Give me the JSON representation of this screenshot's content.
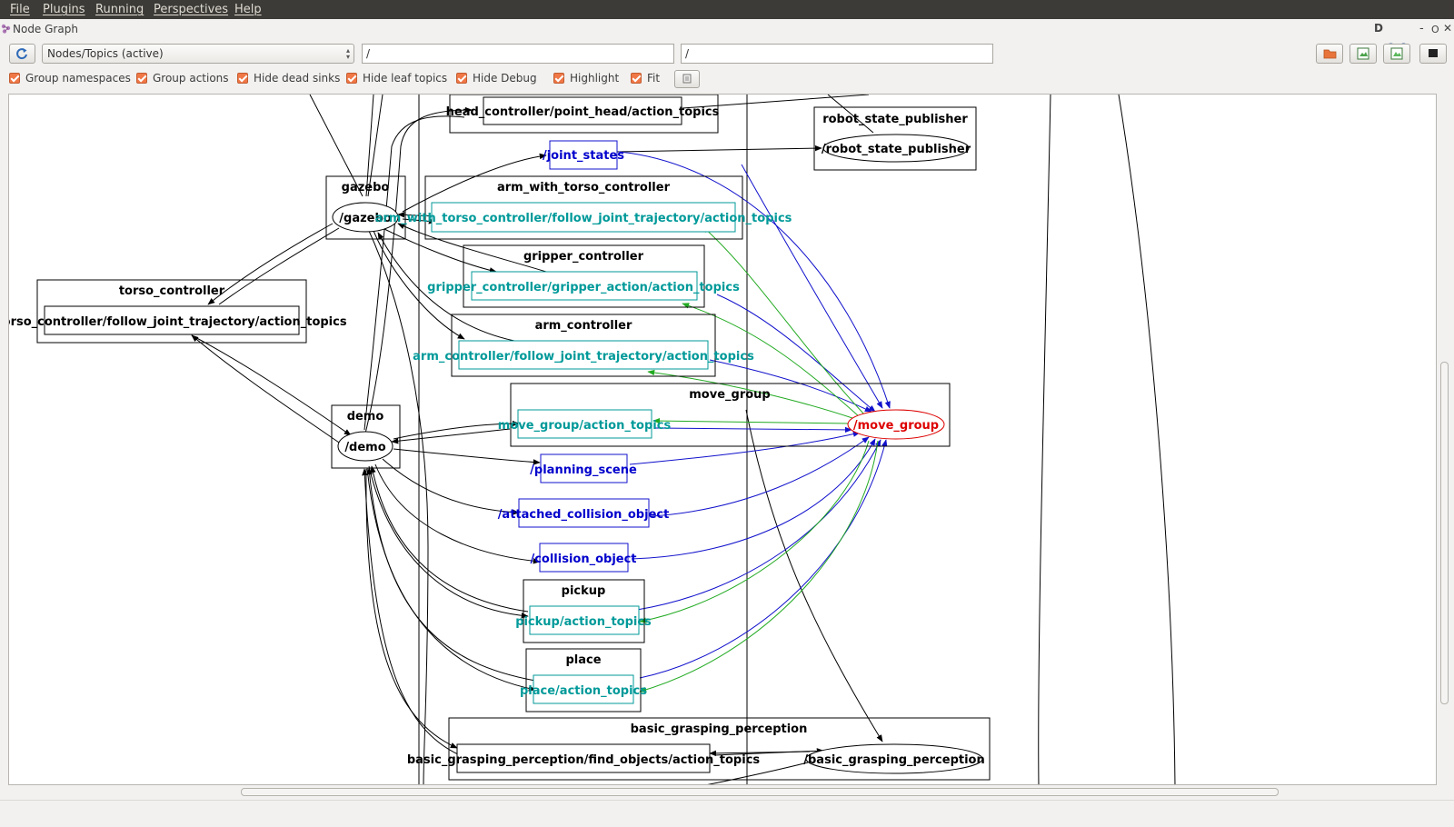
{
  "menu": {
    "file": "File",
    "plugins": "Plugins",
    "running": "Running",
    "perspectives": "Perspectives",
    "help": "Help"
  },
  "window": {
    "title": "Node Graph",
    "right_controls": "D",
    "minimize": "-",
    "restore": "O",
    "close": "✕"
  },
  "toolbar": {
    "graph_type": "Nodes/Topics (active)",
    "ns_filter": "/",
    "topic_filter": "/"
  },
  "options": {
    "group_namespaces": "Group namespaces",
    "group_actions": "Group actions",
    "hide_dead_sinks": "Hide dead sinks",
    "hide_leaf_topics": "Hide leaf topics",
    "hide_debug": "Hide Debug",
    "highlight": "Highlight",
    "fit": "Fit"
  },
  "colors": {
    "node": "#000000",
    "topic": "#0000cc",
    "action": "#009999",
    "move_group": "#dd0000",
    "blue_edge": "#1111cc",
    "green_edge": "#22aa22"
  },
  "graph": {
    "clusters": {
      "head_topic": "head_controller/point_head/action_topics",
      "robot_state_publisher": "robot_state_publisher",
      "gazebo": "gazebo",
      "arm_with_torso_controller": "arm_with_torso_controller",
      "gripper_controller": "gripper_controller",
      "torso_controller": "torso_controller",
      "arm_controller": "arm_controller",
      "move_group": "move_group",
      "demo": "demo",
      "pickup": "pickup",
      "place": "place",
      "basic_grasping_perception": "basic_grasping_perception"
    },
    "nodes": {
      "gazebo": "/gazebo",
      "demo": "/demo",
      "robot_state_publisher": "/robot_state_publisher",
      "move_group": "/move_group",
      "basic_grasping_perception": "/basic_grasping_perception"
    },
    "topics": {
      "joint_states": "/joint_states",
      "planning_scene": "/planning_scene",
      "attached_collision_object": "/attached_collision_object",
      "collision_object": "/collision_object"
    },
    "actions": {
      "arm_with_torso": "arm_with_torso_controller/follow_joint_trajectory/action_topics",
      "gripper": "gripper_controller/gripper_action/action_topics",
      "torso": "torso_controller/follow_joint_trajectory/action_topics",
      "arm": "arm_controller/follow_joint_trajectory/action_topics",
      "move_group": "move_group/action_topics",
      "pickup": "pickup/action_topics",
      "place": "place/action_topics",
      "find_objects": "basic_grasping_perception/find_objects/action_topics"
    }
  }
}
